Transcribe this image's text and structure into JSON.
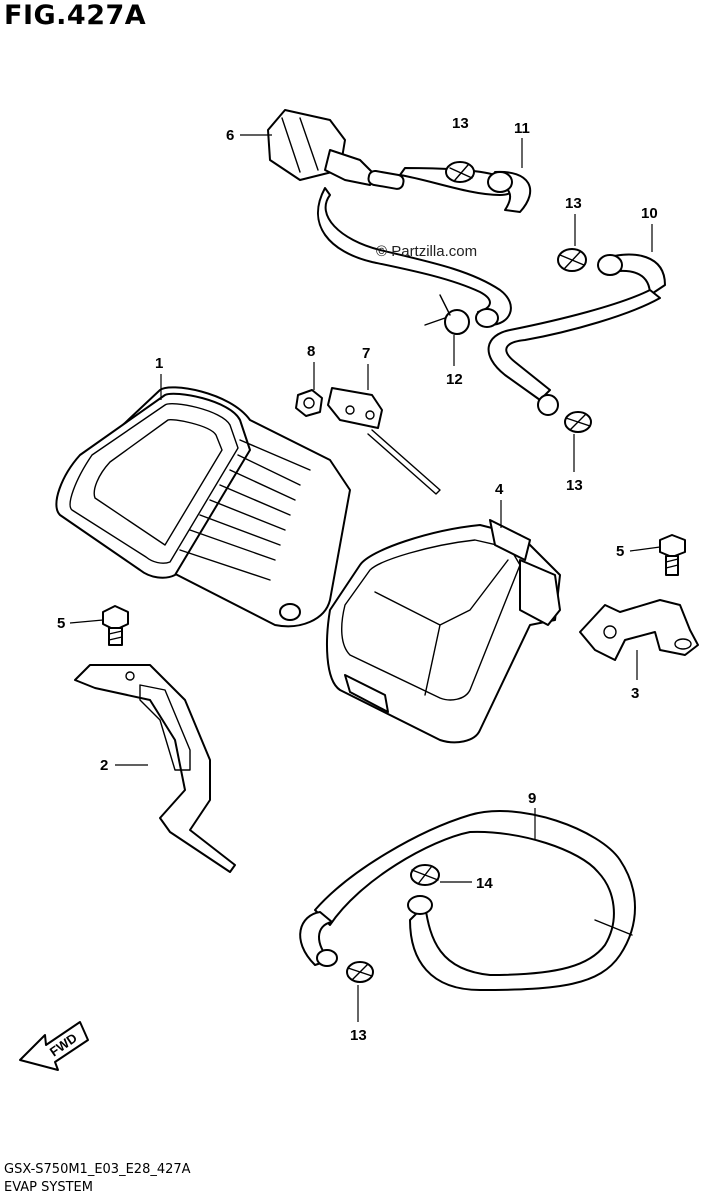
{
  "figure": {
    "title": "FIG.427A",
    "code": "GSX-S750M1_E03_E28_427A",
    "name": "EVAP SYSTEM",
    "watermark": "© Partzilla.com",
    "fwd_label": "FWD"
  },
  "callouts": {
    "c1": "1",
    "c2": "2",
    "c3": "3",
    "c4": "4",
    "c5a": "5",
    "c5b": "5",
    "c6": "6",
    "c7": "7",
    "c8": "8",
    "c9": "9",
    "c10": "10",
    "c11": "11",
    "c12": "12",
    "c13a": "13",
    "c13b": "13",
    "c13c": "13",
    "c13d": "13",
    "c14": "14"
  }
}
